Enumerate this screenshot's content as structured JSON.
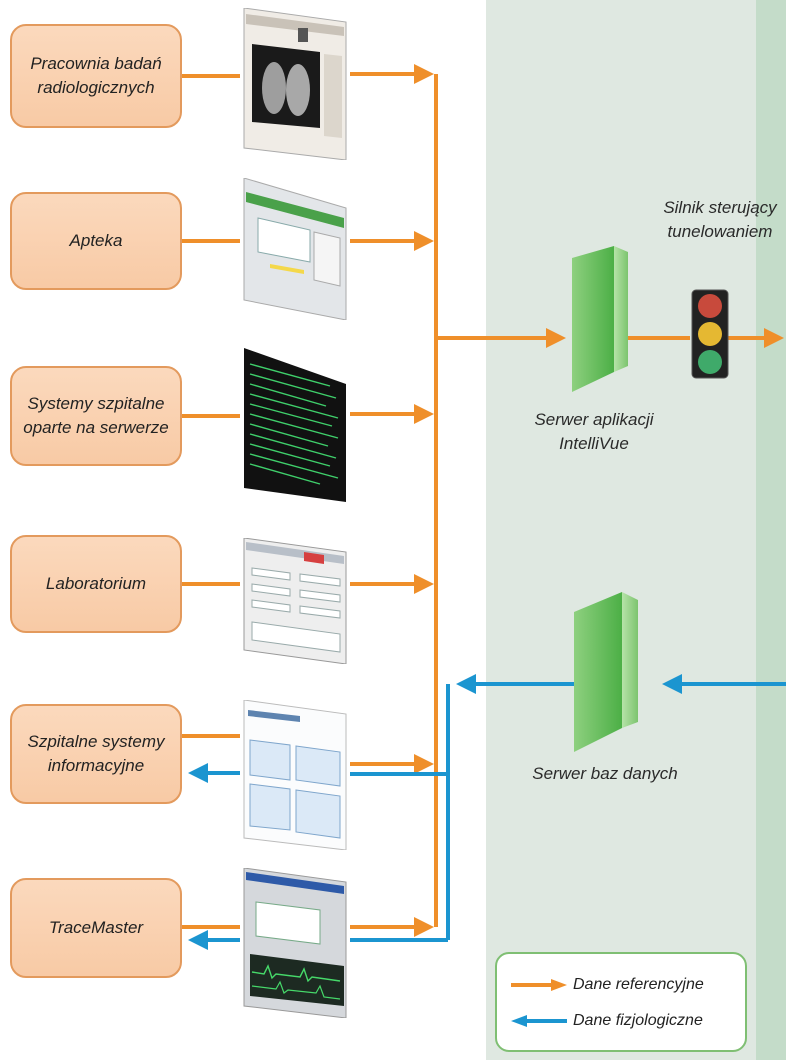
{
  "sources": [
    {
      "label": "Pracownia badań radiologicznych",
      "screen": "radiology-screen"
    },
    {
      "label": "Apteka",
      "screen": "pharmacy-screen"
    },
    {
      "label": "Systemy szpitalne oparte na serwerze",
      "screen": "terminal-screen"
    },
    {
      "label": "Laboratorium",
      "screen": "laboratory-screen"
    },
    {
      "label": "Szpitalne systemy informacyjne",
      "screen": "his-screen"
    },
    {
      "label": "TraceMaster",
      "screen": "tracemaster-screen"
    }
  ],
  "servers": {
    "app_server": "Serwer aplikacji IntelliVue",
    "db_server": "Serwer baz danych"
  },
  "engine_label": "Silnik sterujący tunelowaniem",
  "legend": {
    "reference": "Dane referencyjne",
    "physiological": "Dane fizjologiczne"
  },
  "colors": {
    "reference_arrow": "#ef8f2a",
    "physiological_arrow": "#1b95d0",
    "source_box_fill": "#f9cfab",
    "middle_panel": "#dfe8e1",
    "right_panel": "#c4dcc9",
    "server_green": "#5cbc4e"
  }
}
